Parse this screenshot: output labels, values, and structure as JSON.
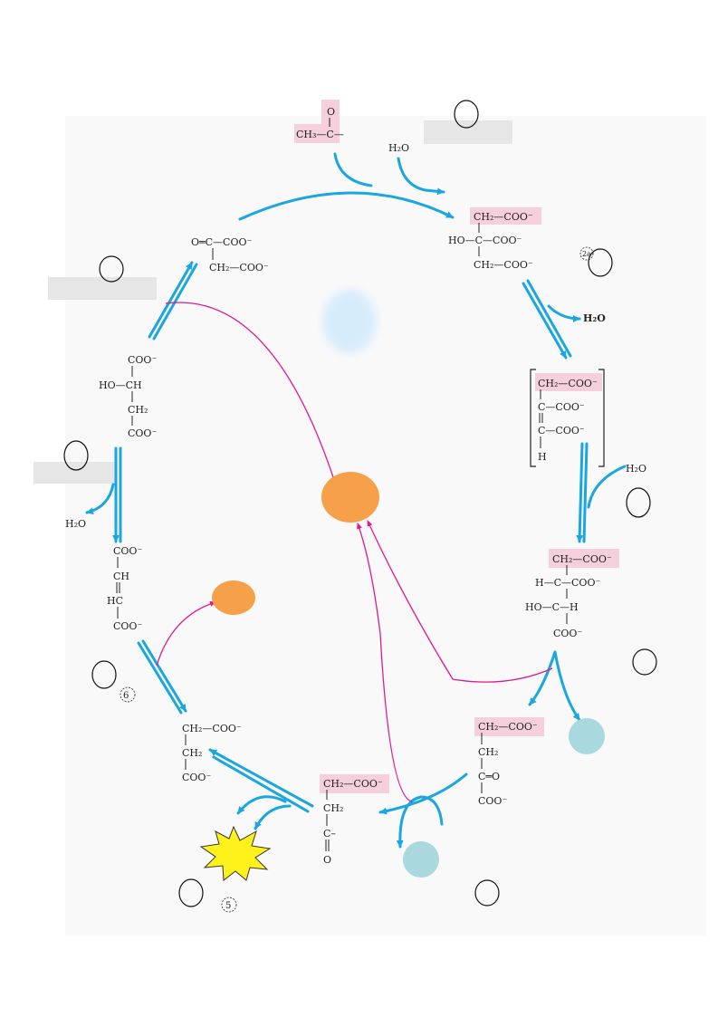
{
  "colors": {
    "arrow": "#1aa6df",
    "pathway": "#e0198c",
    "highlight": "#f6cfdc",
    "label_box": "#e6e6e6",
    "hub_orange": "#f6a14a",
    "cyan_dot": "#a9d8df",
    "cloud": "#d7ecfb",
    "burst": "#fff21b"
  },
  "icons": [
    "cloud-blob-icon",
    "starburst-icon",
    "orange-dot-icon",
    "cyan-dot-icon"
  ],
  "molecules": {
    "acetyl": {
      "o": "O",
      "main": "CH₃—C—"
    },
    "citrate": {
      "l1": "CH₂—COO⁻",
      "l2": "HO—C—COO⁻",
      "l3": "CH₂—COO⁻"
    },
    "cis_aconitate": {
      "l1": "CH₂—COO⁻",
      "l2": "C—COO⁻",
      "l3": "C—COO⁻",
      "l4": "H"
    },
    "isocitrate": {
      "l1": "CH₂—COO⁻",
      "l2": "H—C—COO⁻",
      "l3": "HO—C—H",
      "l4": "COO⁻"
    },
    "alpha_kg": {
      "l1": "CH₂—COO⁻",
      "l2": "CH₂",
      "l3": "C═O",
      "l4": "COO⁻"
    },
    "succinyl": {
      "l1": "CH₂—COO⁻",
      "l2": "CH₂",
      "l3": "C–",
      "l4": "O"
    },
    "succinate": {
      "l1": "CH₂—COO⁻",
      "l2": "CH₂",
      "l3": "COO⁻"
    },
    "fumarate": {
      "l1": "COO⁻",
      "l2": "CH",
      "l3": "HC",
      "l4": "COO⁻"
    },
    "malate": {
      "l1": "COO⁻",
      "l2": "HO—CH",
      "l3": "CH₂",
      "l4": "COO⁻"
    },
    "oxaloacetate": {
      "l1": "O═C—COO⁻",
      "l2": "CH₂—COO⁻"
    }
  },
  "water_labels": [
    "H₂O",
    "H₂O",
    "H₂O",
    "H₂O"
  ],
  "step_labels": {
    "s2a": "2a",
    "s5": "5",
    "s6": "6"
  }
}
